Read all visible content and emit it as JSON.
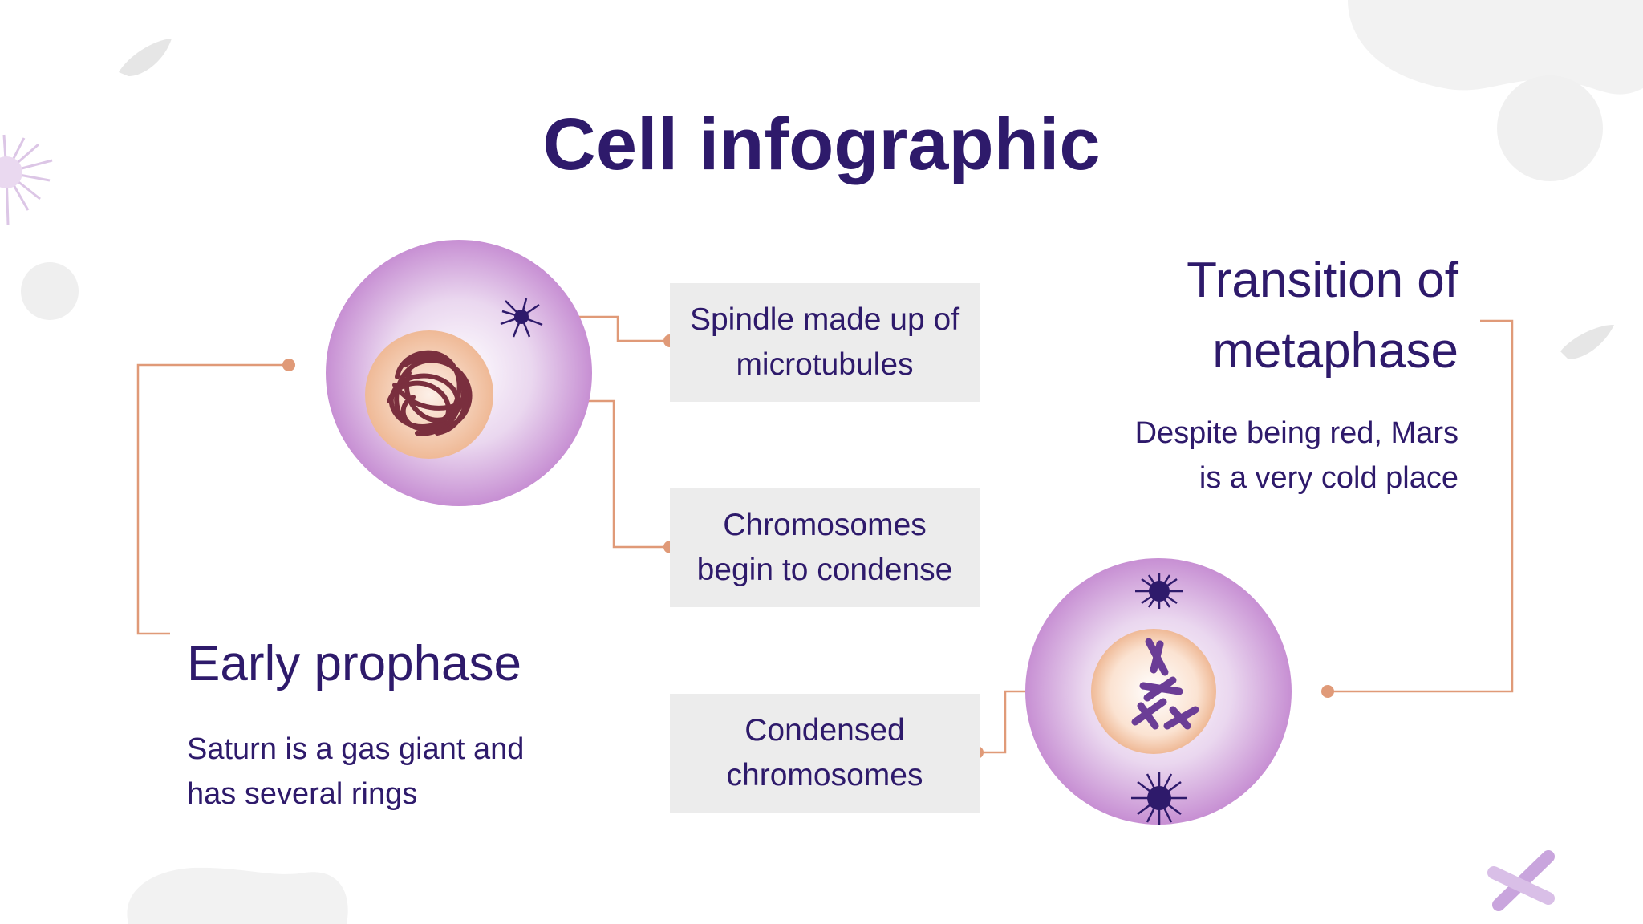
{
  "title": "Cell infographic",
  "labels": {
    "spindle": "Spindle made up of\nmicrotubules",
    "chromosomes_condense": "Chromosomes\nbegin to condense",
    "condensed": "Condensed\nchromosomes"
  },
  "early_prophase": {
    "heading": "Early prophase",
    "description": "Saturn is a gas giant and\nhas several rings"
  },
  "metaphase": {
    "heading": "Transition of\nmetaphase",
    "description": "Despite being red, Mars\nis a very cold place"
  },
  "colors": {
    "title": "#2e1a6b",
    "connector": "#e09a78",
    "box": "#ececec",
    "cell_edge": "#c78fd3",
    "nucleus": "#efb996",
    "chromatin": "#7a2f3e",
    "chromosome": "#6b3d96",
    "centrosome": "#2e1a6b"
  }
}
